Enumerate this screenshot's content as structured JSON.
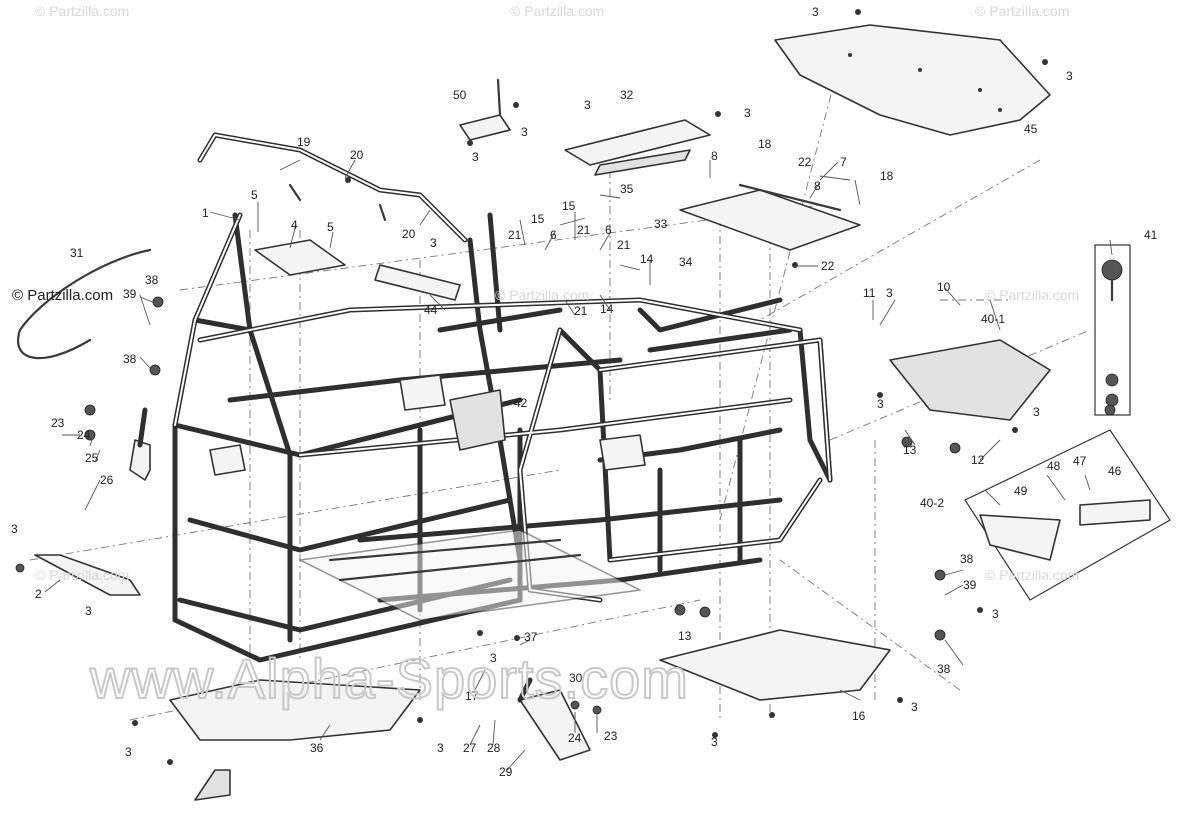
{
  "watermarks": {
    "main": "www.Alpha-Sports.com",
    "partzilla": "© Partzilla.com"
  },
  "callouts": {
    "c1": "1",
    "c2": "2",
    "c4": "4",
    "c5": "5",
    "c6": "6",
    "c7": "7",
    "c8": "8",
    "c10": "10",
    "c11": "11",
    "c12": "12",
    "c13": "13",
    "c14": "14",
    "c15": "15",
    "c16": "16",
    "c17": "17",
    "c18": "18",
    "c19": "19",
    "c20": "20",
    "c21": "21",
    "c22": "22",
    "c23": "23",
    "c24": "24",
    "c25": "25",
    "c26": "26",
    "c27": "27",
    "c28": "28",
    "c29": "29",
    "c30": "30",
    "c31": "31",
    "c32": "32",
    "c33": "33",
    "c34": "34",
    "c35": "35",
    "c36": "36",
    "c37": "37",
    "c38": "38",
    "c39": "39",
    "c40_1": "40-1",
    "c40_2": "40-2",
    "c41": "41",
    "c42": "42",
    "c44": "44",
    "c45": "45",
    "c46": "46",
    "c47": "47",
    "c48": "48",
    "c49": "49",
    "c50": "50",
    "c3": "3"
  }
}
